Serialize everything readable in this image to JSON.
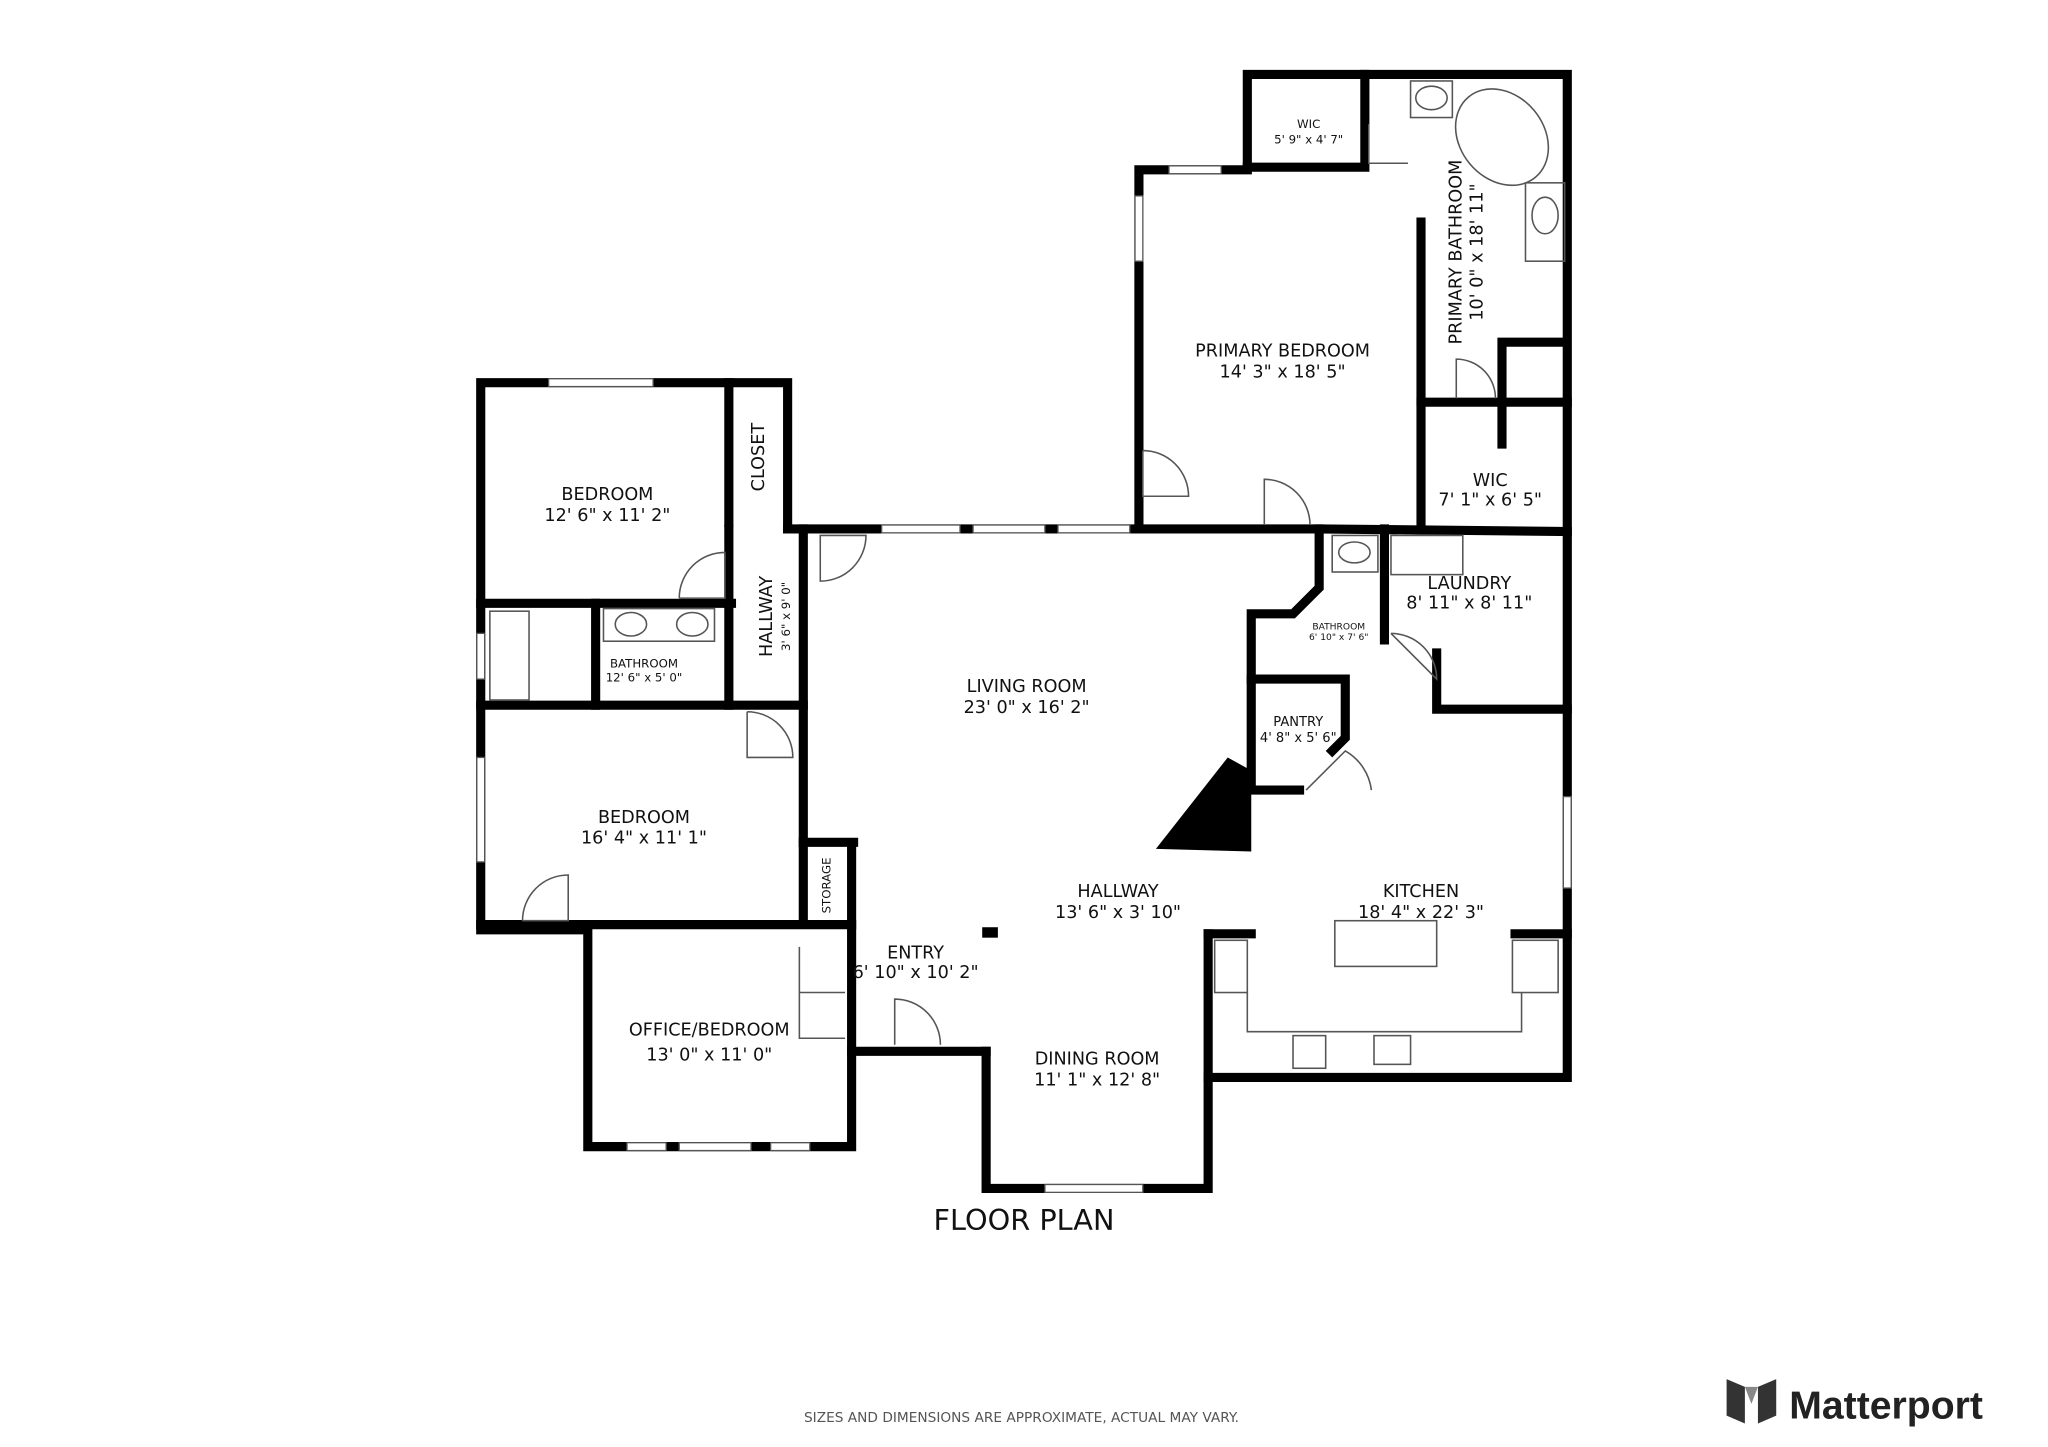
{
  "title": "FLOOR PLAN",
  "disclaimer": "SIZES AND DIMENSIONS ARE APPROXIMATE, ACTUAL MAY VARY.",
  "brand": "Matterport",
  "rooms": {
    "wic_top": {
      "name": "WIC",
      "dims": "5' 9\" x 4' 7\""
    },
    "primary_bathroom": {
      "name": "PRIMARY BATHROOM",
      "dims": "10' 0\" x 18' 11\""
    },
    "primary_bedroom": {
      "name": "PRIMARY BEDROOM",
      "dims": "14' 3\" x 18' 5\""
    },
    "wic_lower": {
      "name": "WIC",
      "dims": "7' 1\" x 6' 5\""
    },
    "bedroom_1": {
      "name": "BEDROOM",
      "dims": "12' 6\" x 11' 2\""
    },
    "closet": {
      "name": "CLOSET"
    },
    "hallway_1": {
      "name": "HALLWAY",
      "dims": "3' 6\" x 9' 0\""
    },
    "bathroom_1": {
      "name": "BATHROOM",
      "dims": "12' 6\" x 5' 0\""
    },
    "living_room": {
      "name": "LIVING ROOM",
      "dims": "23' 0\" x 16' 2\""
    },
    "bathroom_2": {
      "name": "BATHROOM",
      "dims": "6' 10\" x 7' 6\""
    },
    "laundry": {
      "name": "LAUNDRY",
      "dims": "8' 11\" x 8' 11\""
    },
    "pantry": {
      "name": "PANTRY",
      "dims": "4' 8\" x 5' 6\""
    },
    "bedroom_2": {
      "name": "BEDROOM",
      "dims": "16' 4\" x 11' 1\""
    },
    "storage": {
      "name": "STORAGE"
    },
    "hallway_2": {
      "name": "HALLWAY",
      "dims": "13' 6\" x 3' 10\""
    },
    "kitchen": {
      "name": "KITCHEN",
      "dims": "18' 4\" x 22' 3\""
    },
    "entry": {
      "name": "ENTRY",
      "dims": "6' 10\" x 10' 2\""
    },
    "office": {
      "name": "OFFICE/BEDROOM",
      "dims": "13' 0\" x 11' 0\""
    },
    "dining_room": {
      "name": "DINING ROOM",
      "dims": "11' 1\" x 12' 8\""
    }
  }
}
